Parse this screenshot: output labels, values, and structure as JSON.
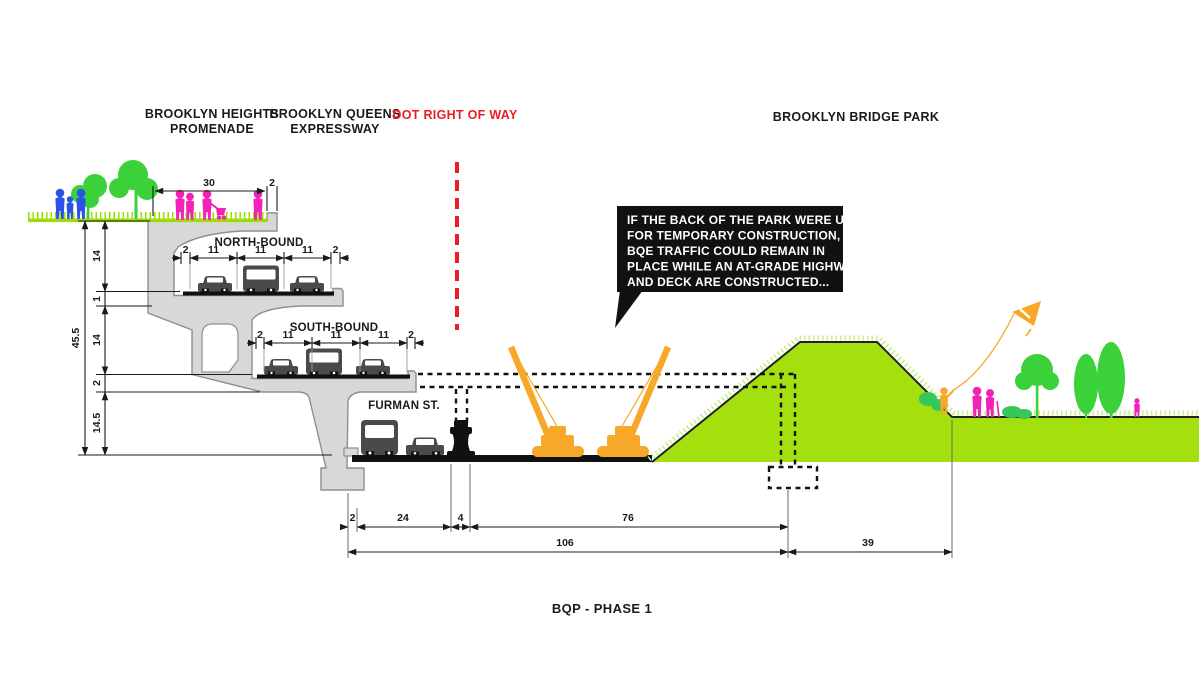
{
  "title": "BQP - PHASE 1",
  "section_labels": {
    "promenade_line1": "BROOKLYN HEIGHTS",
    "promenade_line2": "PROMENADE",
    "bqe_line1": "BROOKLYN QUEENS",
    "bqe_line2": "EXPRESSWAY",
    "dot_row": "DOT RIGHT OF WAY",
    "bridge_park": "BROOKLYN BRIDGE PARK"
  },
  "callout": {
    "line1": "IF THE BACK OF THE PARK WERE USED",
    "line2": "FOR TEMPORARY CONSTRUCTION,",
    "line3": "BQE TRAFFIC COULD REMAIN IN",
    "line4": "PLACE WHILE AN AT-GRADE HIGHWAY",
    "line5": "AND DECK ARE CONSTRUCTED..."
  },
  "decks": {
    "north_label": "NORTH-BOUND",
    "south_label": "SOUTH-BOUND",
    "furman_label": "FURMAN ST.",
    "north_lanes": [
      "2",
      "11",
      "11",
      "11",
      "2"
    ],
    "south_lanes": [
      "2",
      "11",
      "11",
      "11",
      "2"
    ]
  },
  "promenade_dims": {
    "width": "30",
    "overhang": "2"
  },
  "vertical_dims": {
    "total": "45.5",
    "promenade_to_nb": "14",
    "nb_deck": "1",
    "nb_to_sb": "14",
    "sb_deck": "2",
    "sb_to_ground": "14.5"
  },
  "bottom_dims": {
    "seg_2": "2",
    "seg_24": "24",
    "seg_4": "4",
    "seg_76": "76",
    "total_106": "106",
    "park_39": "39"
  },
  "colors": {
    "structure_gray": "#d8d8d8",
    "outline_gray": "#8f8f8f",
    "road_black": "#111111",
    "promenade_green": "#9edc05",
    "hill_green": "#a4e00e",
    "hill_trim": "#c9ee84",
    "tree_green": "#3bd13b",
    "bush_green": "#35c75a",
    "people_blue": "#2a52e8",
    "people_pink": "#f222b8",
    "construction_orange": "#f7a828",
    "dot_red": "#ed1c24",
    "callout_bg": "#111111",
    "dim_black": "#1a1a1a",
    "vehicle_gray": "#4a4a4a"
  }
}
